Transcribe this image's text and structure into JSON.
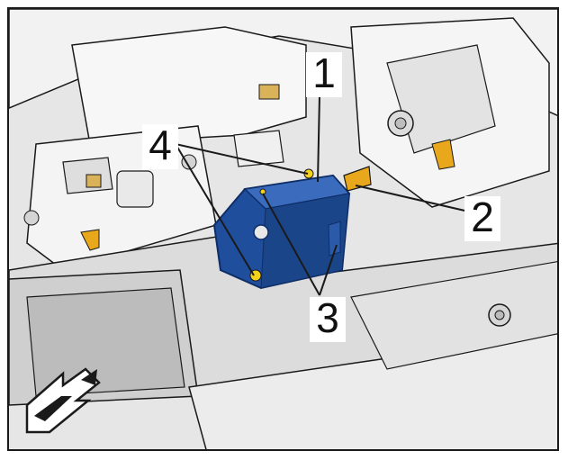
{
  "diagram": {
    "callouts": [
      {
        "id": "1",
        "label": "1"
      },
      {
        "id": "2",
        "label": "2"
      },
      {
        "id": "3",
        "label": "3"
      },
      {
        "id": "4",
        "label": "4"
      }
    ],
    "colors": {
      "actuator": "#1f4e9c",
      "actuator_dark": "#0f2d66",
      "highlight_screw": "#f2d21a",
      "connector": "#e9a81c",
      "panel_light": "#f4f4f4",
      "panel_mid": "#d9d9d9",
      "panel_dark": "#9a9a9a",
      "line": "#1a1a1a"
    },
    "icons": {
      "direction": "direction-arrow-icon"
    }
  }
}
